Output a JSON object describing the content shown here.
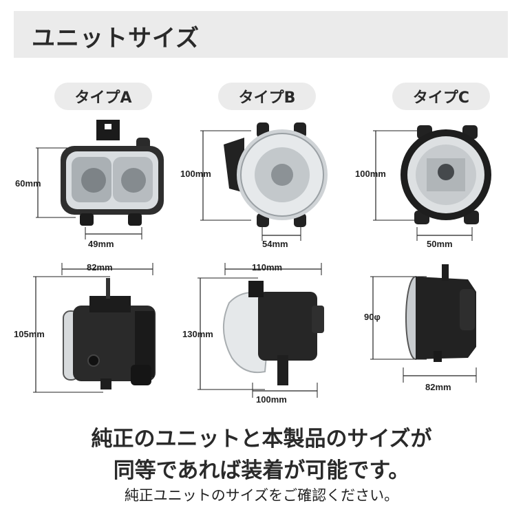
{
  "header": {
    "title": "ユニットサイズ"
  },
  "types": [
    {
      "label": "タイプA",
      "height": "60mm",
      "width": "49mm",
      "side_width": "82mm",
      "side_height": "105mm"
    },
    {
      "label": "タイプB",
      "height": "100mm",
      "width": "54mm",
      "side_width_top": "110mm",
      "side_height": "130mm",
      "side_width_bottom": "100mm"
    },
    {
      "label": "タイプC",
      "height": "100mm",
      "width": "50mm",
      "side_diameter": "90φ",
      "side_width": "82mm"
    }
  ],
  "message": {
    "line1": "純正のユニットと本製品のサイズが",
    "line2": "同等であれば装着が可能です。",
    "line3": "純正ユニットのサイズをご確認ください。"
  }
}
